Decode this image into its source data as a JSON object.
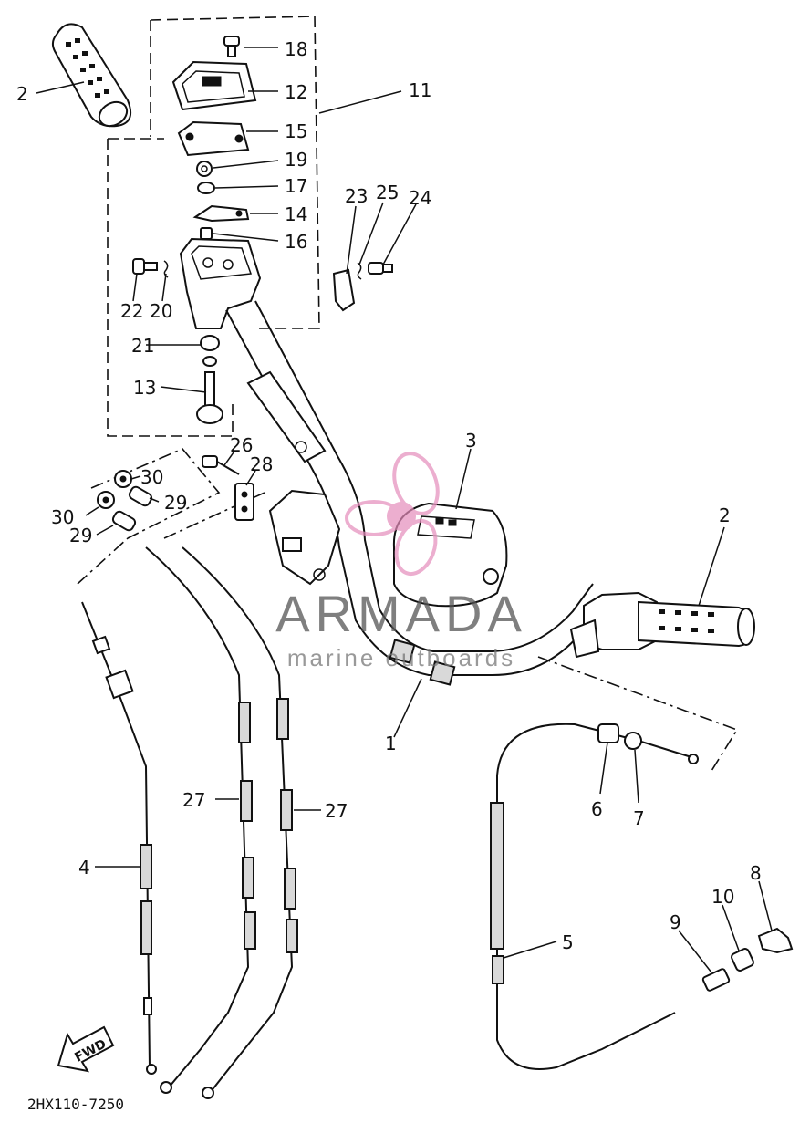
{
  "callouts": [
    "2",
    "18",
    "12",
    "11",
    "15",
    "19",
    "17",
    "14",
    "16",
    "23",
    "25",
    "24",
    "22",
    "20",
    "21",
    "13",
    "26",
    "28",
    "30",
    "30",
    "29",
    "29",
    "3",
    "2",
    "1",
    "6",
    "7",
    "27",
    "27",
    "4",
    "5",
    "8",
    "10",
    "9"
  ],
  "watermark": {
    "title": "ARMADA",
    "subtitle": "marine outboards",
    "logo": "propeller-logo",
    "accent_color": "#e58cbb"
  },
  "diagram_code": "2HX110-7250",
  "fwd_label": "FWD"
}
